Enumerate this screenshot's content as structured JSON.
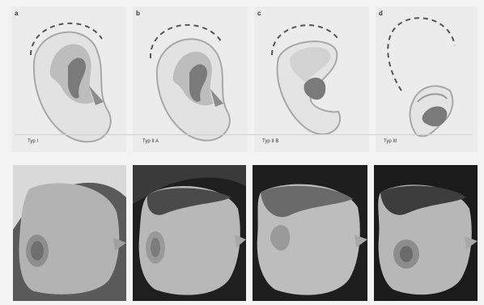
{
  "panels": [
    {
      "letter": "a",
      "type_label": "Typ I"
    },
    {
      "letter": "b",
      "type_label": "Typ II A"
    },
    {
      "letter": "c",
      "type_label": "Typ II B"
    },
    {
      "letter": "d",
      "type_label": "Typ III"
    }
  ],
  "colors": {
    "panel_bg": "#ececec",
    "ear_fill": "#d8d8d8",
    "ear_shadow": "#9a9a9a",
    "outline_dashed": "#555555",
    "photo_bg": "#2a2a2a"
  }
}
